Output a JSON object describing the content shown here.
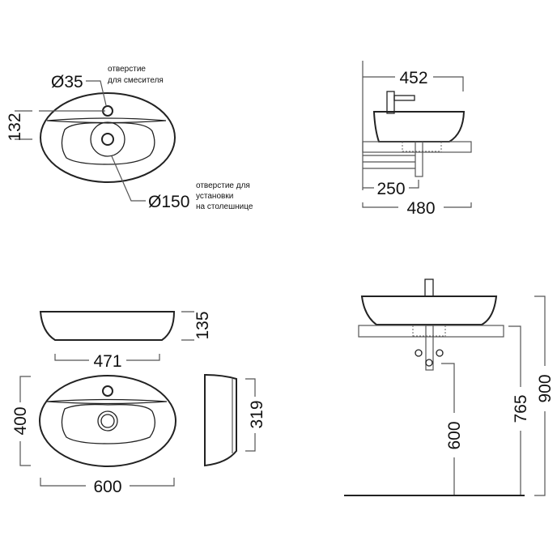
{
  "top_view_detail": {
    "mixer_hole_dim": "Ø35",
    "mixer_hole_note": [
      "отверстие",
      "для смесителя"
    ],
    "hole_distance_dim": "132",
    "mount_hole_dim": "Ø150",
    "mount_hole_note": [
      "отверстие для",
      "установки",
      "на столешнице"
    ]
  },
  "side_view_top": {
    "depth_dim": "452",
    "bracket_dim": "250",
    "counter_dim": "480"
  },
  "front_view": {
    "height_dim": "135",
    "base_width_dim": "471"
  },
  "plan_view": {
    "depth_dim": "400",
    "width_dim": "600"
  },
  "profile_view": {
    "inner_depth_dim": "319"
  },
  "install_view": {
    "drain_height_dim": "600",
    "counter_height_dim": "765",
    "total_height_dim": "900"
  }
}
